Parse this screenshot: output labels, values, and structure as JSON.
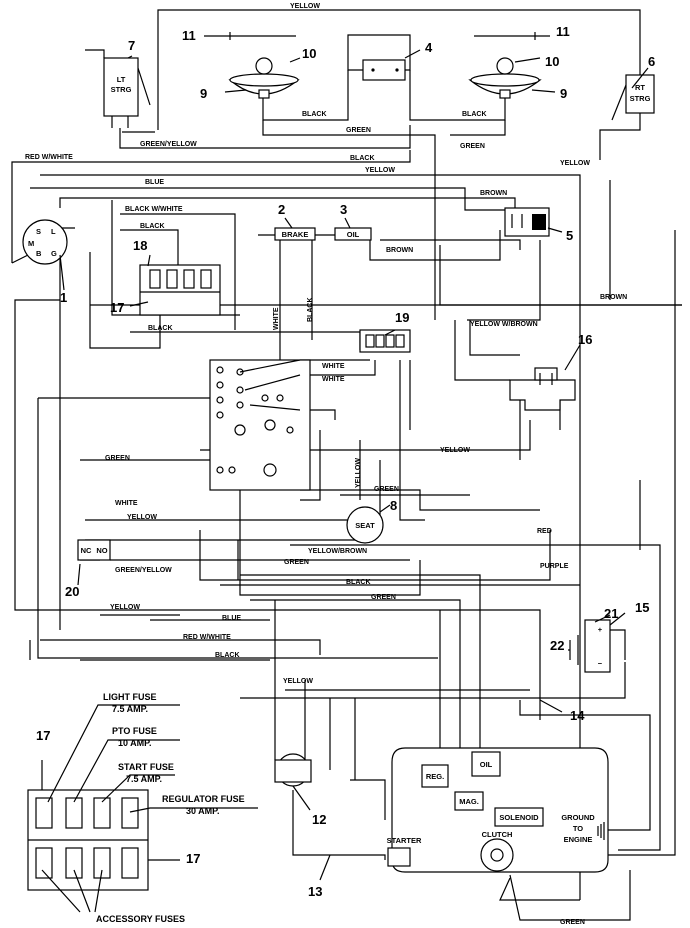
{
  "wire_labels": {
    "yellow_top": "YELLOW",
    "black_lamp_left": "BLACK",
    "black_lamp_right": "BLACK",
    "green_lamps": "GREEN",
    "green_yellow_top": "GREEN/YELLOW",
    "green_right_top": "GREEN",
    "red_white_top": "RED W/WHITE",
    "black_mid_top": "BLACK",
    "yellow_mid_top": "YELLOW",
    "yellow_right_top": "YELLOW",
    "blue_top": "BLUE",
    "brown_top": "BROWN",
    "black_white": "BLACK W/WHITE",
    "black_18": "BLACK",
    "brown_mid": "BROWN",
    "brown_long": "BROWN",
    "white_vertical": "WHITE",
    "black_vertical": "BLACK",
    "black_17": "BLACK",
    "yellow_w_brown": "YELLOW W/BROWN",
    "white_1": "WHITE",
    "white_2": "WHITE",
    "yellow_16": "YELLOW",
    "green_left": "GREEN",
    "yellow_vertical": "YELLOW",
    "green_seat": "GREEN",
    "white_20": "WHITE",
    "yellow_20": "YELLOW",
    "yellow_brown": "YELLOW/BROWN",
    "green_mid": "GREEN",
    "red_right": "RED",
    "green_yellow_20": "GREEN/YELLOW",
    "purple": "PURPLE",
    "black_low": "BLACK",
    "green_low": "GREEN",
    "yellow_low": "YELLOW",
    "blue_low": "BLUE",
    "red_white_low": "RED W/WHITE",
    "black_lowest": "BLACK",
    "yellow_12": "YELLOW",
    "green_bottom": "GREEN"
  },
  "components": {
    "lt_strg": [
      "LT",
      "STRG"
    ],
    "rt_strg": [
      "RT",
      "STRG"
    ],
    "brake": "BRAKE",
    "oil_switch": "OIL",
    "seat": "SEAT",
    "nc": "NC",
    "no": "NO",
    "reg": "REG.",
    "mag": "MAG.",
    "oil_engine": "OIL",
    "solenoid": "SOLENOID",
    "starter": "STARTER",
    "clutch": "CLUTCH",
    "ground": [
      "GROUND",
      "TO",
      "ENGINE"
    ],
    "ignition_terminals": [
      "S",
      "L",
      "M",
      "B",
      "G"
    ]
  },
  "callouts": [
    "1",
    "2",
    "3",
    "4",
    "5",
    "6",
    "7",
    "8",
    "9",
    "9",
    "10",
    "10",
    "11",
    "11",
    "12",
    "13",
    "14",
    "15",
    "16",
    "17",
    "17",
    "17",
    "18",
    "19",
    "20",
    "21",
    "22"
  ],
  "fuses": {
    "light_fuse": [
      "LIGHT FUSE",
      "7.5 AMP."
    ],
    "pto_fuse": [
      "PTO FUSE",
      "10 AMP."
    ],
    "start_fuse": [
      "START FUSE",
      "7.5 AMP."
    ],
    "regulator_fuse": [
      "REGULATOR FUSE",
      "30 AMP."
    ],
    "accessory": "ACCESSORY FUSES"
  }
}
